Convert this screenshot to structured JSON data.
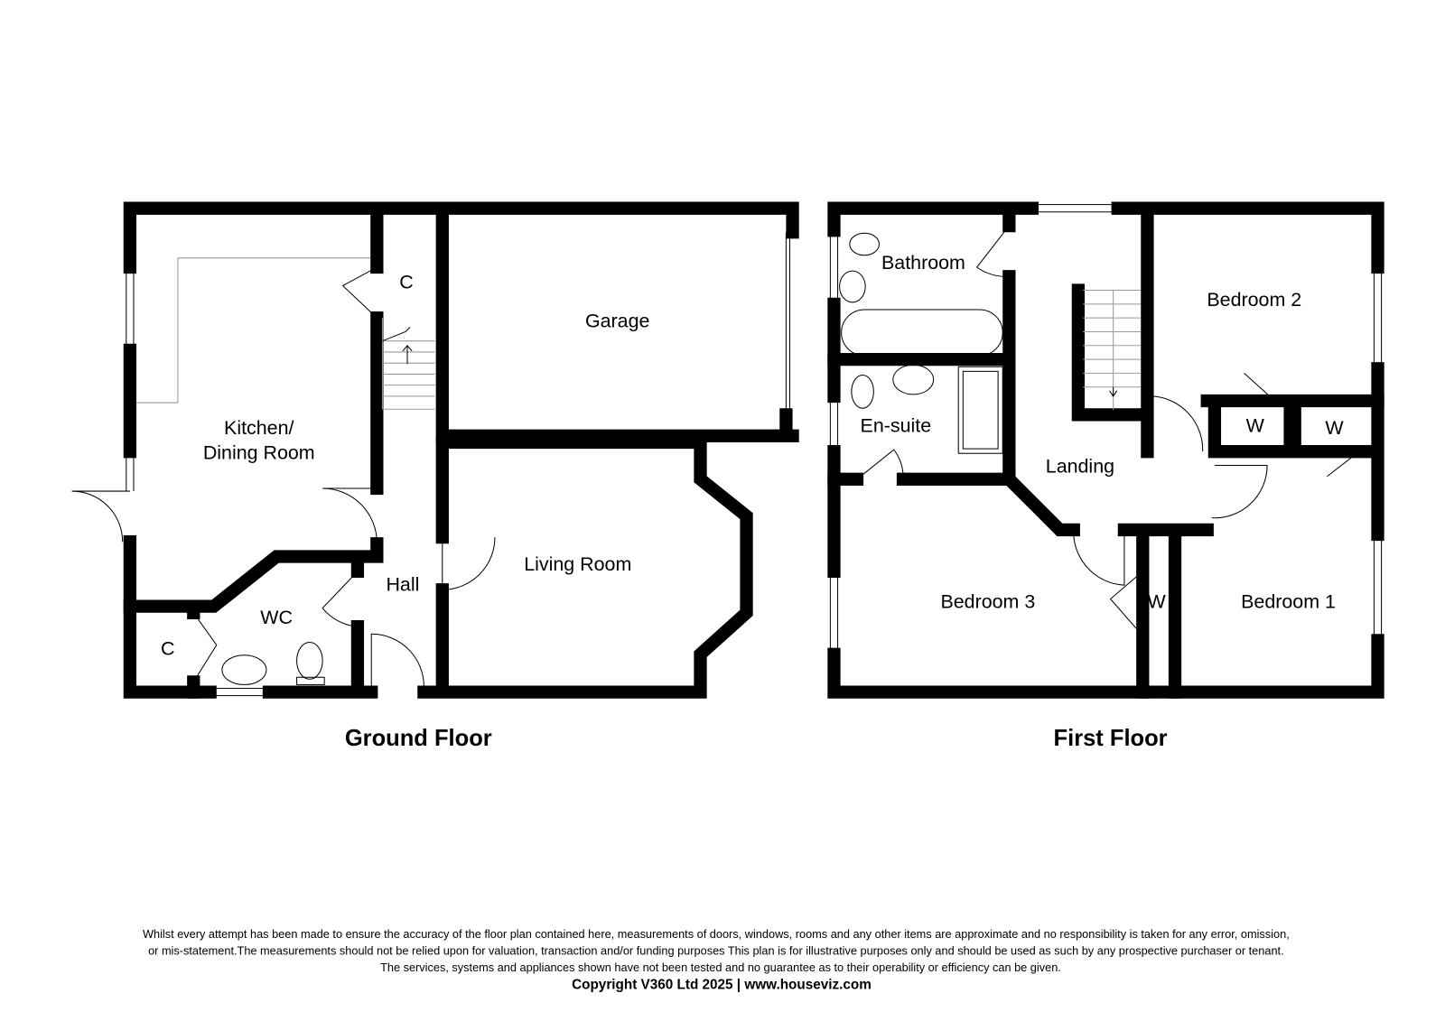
{
  "ground_floor": {
    "title": "Ground Floor",
    "rooms": {
      "kitchen_line1": "Kitchen/",
      "kitchen_line2": "Dining Room",
      "cupboard_top": "C",
      "garage": "Garage",
      "living_room": "Living Room",
      "hall": "Hall",
      "wc": "WC",
      "cupboard_wc": "C"
    }
  },
  "first_floor": {
    "title": "First Floor",
    "rooms": {
      "bathroom": "Bathroom",
      "en_suite": "En-suite",
      "landing": "Landing",
      "bedroom_2": "Bedroom 2",
      "bedroom_3": "Bedroom 3",
      "bedroom_1": "Bedroom 1",
      "wardrobe_1": "W",
      "wardrobe_2": "W",
      "wardrobe_3": "W"
    }
  },
  "footer": {
    "disclaimer_line1": "Whilst every attempt has been made to ensure the accuracy of the floor plan contained here, measurements of doors, windows, rooms and any other items are approximate and no responsibility is taken for any error, omission,",
    "disclaimer_line2": "or mis-statement.The measurements should not be relied upon for valuation, transaction and/or funding purposes This plan is for illustrative purposes only and should be used as such by any prospective purchaser or tenant.",
    "disclaimer_line3": "The services, systems and appliances shown have not been tested and no guarantee as to their operability or efficiency can be given.",
    "copyright": "Copyright V360 Ltd 2025 | www.houseviz.com"
  }
}
